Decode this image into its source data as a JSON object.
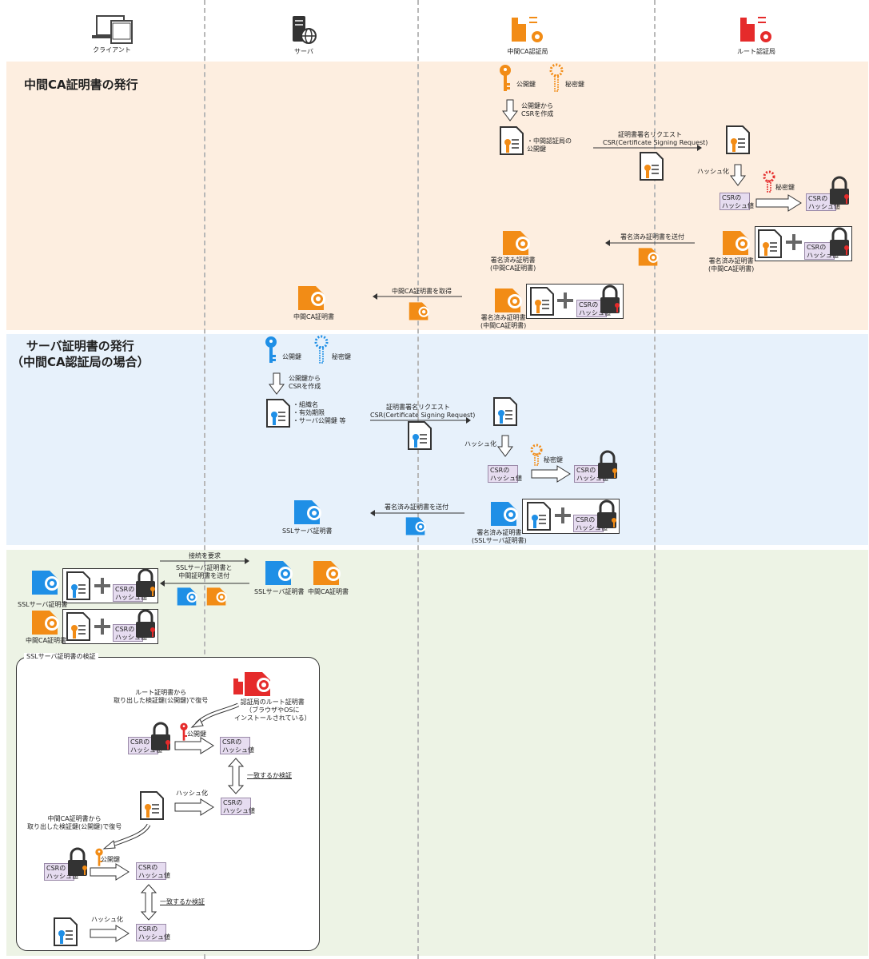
{
  "lanes": {
    "client": "クライアント",
    "server": "サーバ",
    "intermediate": "中間CA認証局",
    "root": "ルート認証局"
  },
  "section1": {
    "title": "中間CA証明書の発行",
    "public_key": "公開鍵",
    "private_key": "秘密鍵",
    "csr_create": "公開鍵から\nCSRを作成",
    "csr_note": "・中間認証局の\n公開鍵",
    "request_line1": "証明書署名リクエスト",
    "request_line2": "CSR(Certificate Signing Request)",
    "hash_label": "ハッシュ化",
    "root_private_key": "秘密鍵",
    "csr_hash": "CSRの\nハッシュ値",
    "send_signed": "署名済み証明書を送付",
    "signed_cert": "署名済み証明書\n(中間CA証明書)",
    "get_cert": "中間CA証明書を取得",
    "intermediate_cert": "中間CA証明書"
  },
  "section2": {
    "title": "サーバ証明書の発行\n（中間CA認証局の場合）",
    "public_key": "公開鍵",
    "private_key": "秘密鍵",
    "csr_create": "公開鍵から\nCSRを作成",
    "csr_fields": "・組織名\n・有効期限\n・サーバ公開鍵 等",
    "request_line1": "証明書署名リクエスト",
    "request_line2": "CSR(Certificate Signing Request)",
    "hash_label": "ハッシュ化",
    "ca_private_key": "秘密鍵",
    "csr_hash": "CSRの\nハッシュ値",
    "send_signed": "署名済み証明書を送付",
    "signed_cert": "署名済み証明書\n(SSLサーバ証明書)",
    "ssl_cert": "SSLサーバ証明書"
  },
  "section3": {
    "connect_request": "接続を要求",
    "send_certs": "SSLサーバ証明書と\n中間証明書を送付",
    "ssl_cert": "SSLサーバ証明書",
    "intermediate_cert": "中間CA証明書",
    "client_ssl_cert": "SSLサーバ証明書",
    "client_intermediate_cert": "中間CA証明書",
    "csr_hash": "CSRの\nハッシュ値",
    "verify_box_title": "SSLサーバ証明書の検証",
    "root_decrypt": "ルート証明書から\n取り出した検証鍵(公開鍵)で復号",
    "root_cert_note": "認証局のルート証明書\n（ブラウザやOSに\nインストールされている）",
    "public_key": "公開鍵",
    "match_verify": "一致するか検証",
    "hash_label": "ハッシュ化",
    "intermediate_decrypt": "中間CA証明書から\n取り出した検証鍵(公開鍵)で復号"
  },
  "colors": {
    "orange": "#f28c16",
    "red": "#e52b2b",
    "blue": "#1f8fe6",
    "dark": "#3a3a3a",
    "band1": "#fdeee0",
    "band2": "#e7f1fb",
    "band3": "#edf3e5"
  }
}
